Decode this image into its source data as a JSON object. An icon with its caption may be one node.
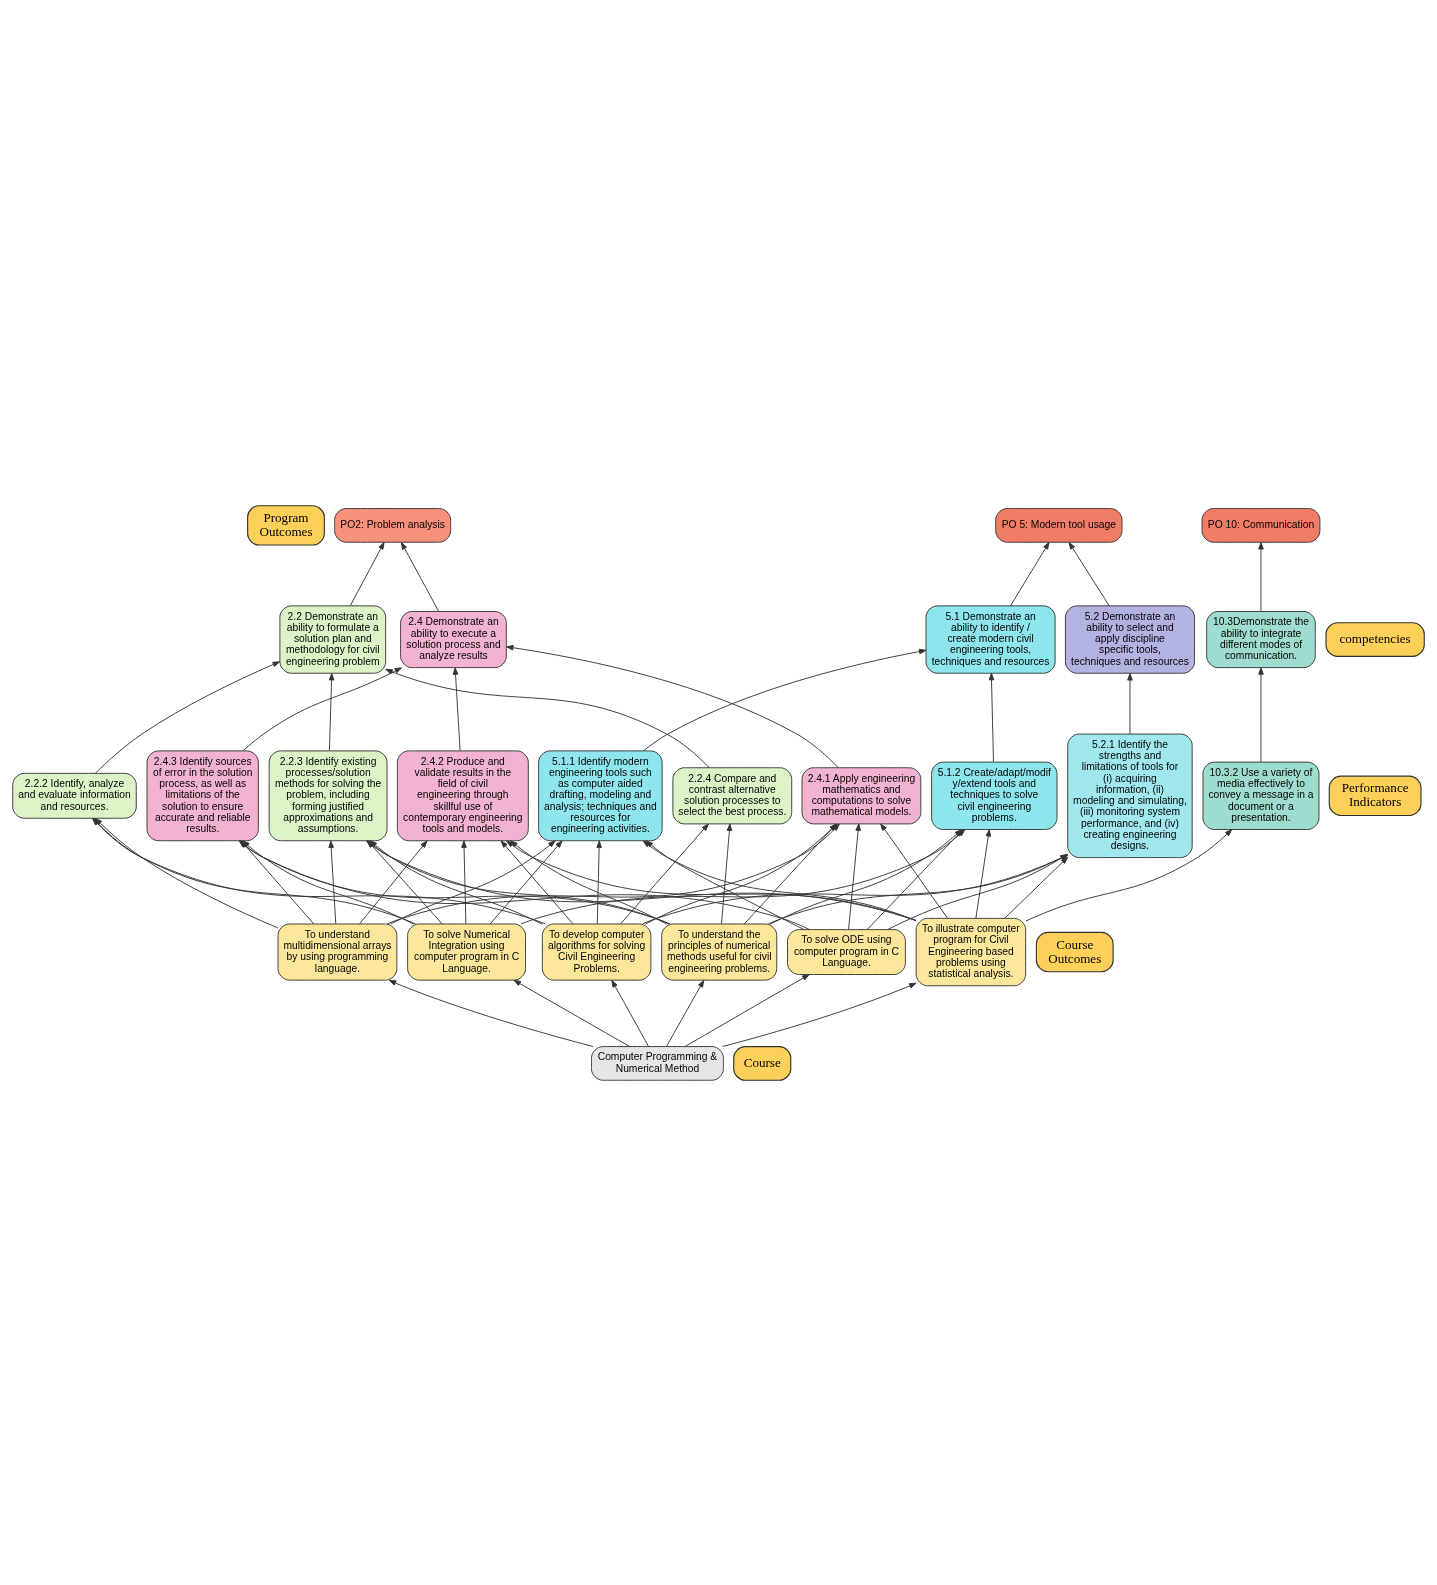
{
  "diagram": {
    "nodes": [
      {
        "text": [
          "Program Outcomes"
        ]
      },
      {
        "text": [
          "PO2: Problem analysis"
        ]
      },
      {
        "text": [
          "PO 5: Modern tool usage"
        ]
      },
      {
        "text": [
          "PO 10: Communication"
        ]
      },
      {
        "text": [
          "competencies"
        ]
      },
      {
        "text": [
          "2.2 Demonstrate an ability to formulate a solution plan and methodology for civil engineering problem"
        ]
      },
      {
        "text": [
          "2.4 Demonstrate an ability to execute a solution process and analyze results"
        ]
      },
      {
        "text": [
          "5.1 Demonstrate an ability to identify / create modern civil engineering tools, techniques and resources"
        ]
      },
      {
        "text": [
          "5.2 Demonstrate an ability to select and apply discipline specific tools, techniques and resources"
        ]
      },
      {
        "text": [
          "10.3Demonstrate the ability to integrate different modes of communication."
        ]
      },
      {
        "text": [
          "Performance Indicators"
        ]
      },
      {
        "text": [
          "2.2.2 Identify, analyze and evaluate information and resources."
        ]
      },
      {
        "text": [
          "2.2.3 Identify existing processes/solution methods for solving the problem, including forming justified approximations and assumptions."
        ]
      },
      {
        "text": [
          "2.2.4 Compare and contrast alternative solution processes to select the best process."
        ]
      },
      {
        "text": [
          "2.4.1 Apply engineering mathematics and computations to solve mathematical models."
        ]
      },
      {
        "text": [
          "2.4.2 Produce and validate results in the field of civil engineering through skillful use of contemporary engineering tools and models."
        ]
      },
      {
        "text": [
          "2.4.3 Identify sources of error in the solution process, as well as limitations of the solution to ensure accurate and reliable results."
        ]
      },
      {
        "text": [
          "5.1.1 Identify modern engineering tools such as computer aided drafting, modeling and analysis; techniques and resources for engineering activities."
        ]
      },
      {
        "text": [
          "5.1.2 Create/adapt/modify/extend tools and techniques to solve civil engineering problems."
        ]
      },
      {
        "text": [
          "5.2.1 Identify the strengths and limitations of tools for (i) acquiring information, (ii) modeling and simulating, (iii) monitoring system performance, and (iv) creating engineering designs."
        ]
      },
      {
        "text": [
          "10.3.2 Use a variety of media effectively to convey a message in a document or a presentation."
        ]
      },
      {
        "text": [
          "Course Outcomes"
        ]
      },
      {
        "text": [
          "To develop computer algorithms for solving Civil Engineering Problems."
        ]
      },
      {
        "text": [
          "To understand multidimensional arrays by using programming language."
        ]
      },
      {
        "text": [
          "To understand the principles of numerical methods useful for civil engineering problems."
        ]
      },
      {
        "text": [
          "To solve Numerical Integration using computer program in C Language."
        ]
      },
      {
        "text": [
          "To solve ODE using computer program in C Language."
        ]
      },
      {
        "text": [
          "To illustrate computer program for Civil Engineering based problems using statistical analysis."
        ]
      },
      {
        "text": [
          "Course"
        ]
      },
      {
        "text": [
          "Computer Programming & Numerical Method"
        ]
      }
    ],
    "edges": [
      {
        "from": 29,
        "to": 22,
        "arrow": "to"
      },
      {
        "from": 29,
        "to": 23,
        "arrow": "to"
      },
      {
        "from": 29,
        "to": 24,
        "arrow": "to"
      },
      {
        "from": 29,
        "to": 25,
        "arrow": "to"
      },
      {
        "from": 29,
        "to": 26,
        "arrow": "to"
      },
      {
        "from": 29,
        "to": 27,
        "arrow": "to"
      },
      {
        "from": 22,
        "to": 11,
        "arrow": "to"
      },
      {
        "from": 22,
        "to": 12,
        "arrow": "to"
      },
      {
        "from": 22,
        "to": 13,
        "arrow": "to"
      },
      {
        "from": 22,
        "to": 14,
        "arrow": "to"
      },
      {
        "from": 22,
        "to": 15,
        "arrow": "to"
      },
      {
        "from": 22,
        "to": 17,
        "arrow": "to"
      },
      {
        "from": 22,
        "to": 19,
        "arrow": "to"
      },
      {
        "from": 23,
        "to": 11,
        "arrow": "to"
      },
      {
        "from": 23,
        "to": 12,
        "arrow": "to"
      },
      {
        "from": 23,
        "to": 14,
        "arrow": "to"
      },
      {
        "from": 23,
        "to": 15,
        "arrow": "to"
      },
      {
        "from": 23,
        "to": 16,
        "arrow": "to"
      },
      {
        "from": 23,
        "to": 17,
        "arrow": "to"
      },
      {
        "from": 24,
        "to": 12,
        "arrow": "to"
      },
      {
        "from": 24,
        "to": 13,
        "arrow": "to"
      },
      {
        "from": 24,
        "to": 14,
        "arrow": "to"
      },
      {
        "from": 24,
        "to": 15,
        "arrow": "to"
      },
      {
        "from": 24,
        "to": 16,
        "arrow": "to"
      },
      {
        "from": 24,
        "to": 18,
        "arrow": "to"
      },
      {
        "from": 24,
        "to": 19,
        "arrow": "to"
      },
      {
        "from": 25,
        "to": 11,
        "arrow": "to"
      },
      {
        "from": 25,
        "to": 12,
        "arrow": "to"
      },
      {
        "from": 25,
        "to": 15,
        "arrow": "to"
      },
      {
        "from": 25,
        "to": 16,
        "arrow": "to"
      },
      {
        "from": 25,
        "to": 17,
        "arrow": "to"
      },
      {
        "from": 25,
        "to": 18,
        "arrow": "to"
      },
      {
        "from": 26,
        "to": 14,
        "arrow": "to"
      },
      {
        "from": 26,
        "to": 16,
        "arrow": "to"
      },
      {
        "from": 26,
        "to": 17,
        "arrow": "to"
      },
      {
        "from": 26,
        "to": 18,
        "arrow": "to"
      },
      {
        "from": 26,
        "to": 19,
        "arrow": "to"
      },
      {
        "from": 27,
        "to": 12,
        "arrow": "to"
      },
      {
        "from": 27,
        "to": 14,
        "arrow": "to"
      },
      {
        "from": 27,
        "to": 15,
        "arrow": "to"
      },
      {
        "from": 27,
        "to": 17,
        "arrow": "to"
      },
      {
        "from": 27,
        "to": 18,
        "arrow": "to"
      },
      {
        "from": 27,
        "to": 19,
        "arrow": "to"
      },
      {
        "from": 27,
        "to": 20,
        "arrow": "to"
      },
      {
        "from": 11,
        "to": 5,
        "arrow": "to"
      },
      {
        "from": 12,
        "to": 5,
        "arrow": "to"
      },
      {
        "from": 13,
        "to": 5,
        "arrow": "to"
      },
      {
        "from": 14,
        "to": 6,
        "arrow": "to"
      },
      {
        "from": 15,
        "to": 6,
        "arrow": "to"
      },
      {
        "from": 16,
        "to": 6,
        "arrow": "to"
      },
      {
        "from": 17,
        "to": 7,
        "arrow": "to"
      },
      {
        "from": 18,
        "to": 7,
        "arrow": "to"
      },
      {
        "from": 19,
        "to": 8,
        "arrow": "to"
      },
      {
        "from": 20,
        "to": 9,
        "arrow": "to"
      },
      {
        "from": 5,
        "to": 1,
        "arrow": "to"
      },
      {
        "from": 6,
        "to": 1,
        "arrow": "to"
      },
      {
        "from": 7,
        "to": 2,
        "arrow": "to"
      },
      {
        "from": 8,
        "to": 2,
        "arrow": "to"
      },
      {
        "from": 9,
        "to": 3,
        "arrow": "to"
      }
    ]
  }
}
